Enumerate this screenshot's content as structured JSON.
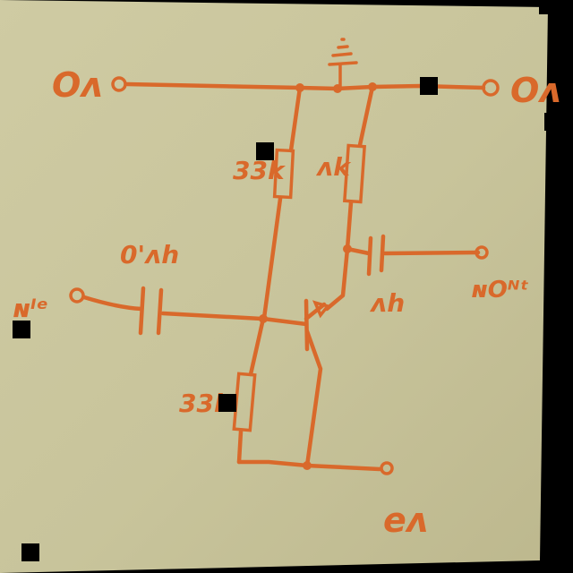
{
  "diagram": {
    "labels": {
      "terminal_top_left": "Oᴧ",
      "terminal_top_right": "Oᴧ",
      "terminal_in": "ɴᴵᵉ",
      "terminal_out": "ɴOᴺᵗ",
      "terminal_bottom": "eᴧ",
      "resistor_top_left": "33k",
      "resistor_top_right": "ᴧk",
      "resistor_bottom": "33k",
      "cap_in": "0'ᴧh",
      "cap_out": "ᴧh"
    },
    "colors": {
      "ink": "#d9692b",
      "paper": "#c9c59c",
      "background": "#000000"
    }
  }
}
